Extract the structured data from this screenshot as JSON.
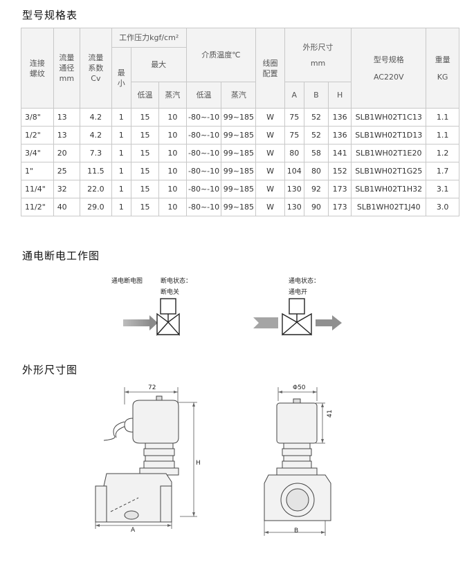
{
  "titles": {
    "spec": "型号规格表",
    "working": "通电断电工作图",
    "dimensions": "外形尺寸图"
  },
  "table": {
    "headers": {
      "conn": [
        "连接",
        "螺纹"
      ],
      "flow_dia": [
        "流量",
        "通径",
        "mm"
      ],
      "flow_cv": [
        "流量",
        "系数",
        "Cv"
      ],
      "pressure": "工作压力kgf/cm²",
      "min": [
        "最",
        "小"
      ],
      "max": "最大",
      "low_temp": "低温",
      "steam": "蒸汽",
      "medium_temp": "介质温度℃",
      "medium_low": "低温",
      "medium_steam": "蒸汽",
      "coil": [
        "线圈",
        "配置"
      ],
      "dims": "外形尺寸",
      "dims_unit": "mm",
      "A": "A",
      "B": "B",
      "H": "H",
      "model": [
        "型号规格",
        "AC220V"
      ],
      "weight": [
        "重量",
        "KG"
      ]
    },
    "rows": [
      [
        "3/8\"",
        "13",
        "4.2",
        "1",
        "15",
        "10",
        "-80~-10",
        "99~185",
        "W",
        "75",
        "52",
        "136",
        "SLB1WH02T1C13",
        "1.1"
      ],
      [
        "1/2\"",
        "13",
        "4.2",
        "1",
        "15",
        "10",
        "-80~-10",
        "99~185",
        "W",
        "75",
        "52",
        "136",
        "SLB1WH02T1D13",
        "1.1"
      ],
      [
        "3/4\"",
        "20",
        "7.3",
        "1",
        "15",
        "10",
        "-80~-10",
        "99~185",
        "W",
        "80",
        "58",
        "141",
        "SLB1WH02T1E20",
        "1.2"
      ],
      [
        "1\"",
        "25",
        "11.5",
        "1",
        "15",
        "10",
        "-80~-10",
        "99~185",
        "W",
        "104",
        "80",
        "152",
        "SLB1WH02T1G25",
        "1.7"
      ],
      [
        "11/4\"",
        "32",
        "22.0",
        "1",
        "15",
        "10",
        "-80~-10",
        "99~185",
        "W",
        "130",
        "92",
        "173",
        "SLB1WH02T1H32",
        "3.1"
      ],
      [
        "11/2\"",
        "40",
        "29.0",
        "1",
        "15",
        "10",
        "-80~-10",
        "99~185",
        "W",
        "130",
        "90",
        "173",
        "SLB1WH02T1J40",
        "3.0"
      ]
    ]
  },
  "working": {
    "off_caption": "通电断电图",
    "off_state_label": "断电状态：",
    "off_state_value": "断电关",
    "on_state_label": "通电状态：",
    "on_state_value": "通电开"
  },
  "dimensions": {
    "front_width": "72",
    "height_label": "H",
    "base_label_a": "A",
    "side_dia": "Φ50",
    "side_height": "41",
    "base_label_b": "B"
  }
}
